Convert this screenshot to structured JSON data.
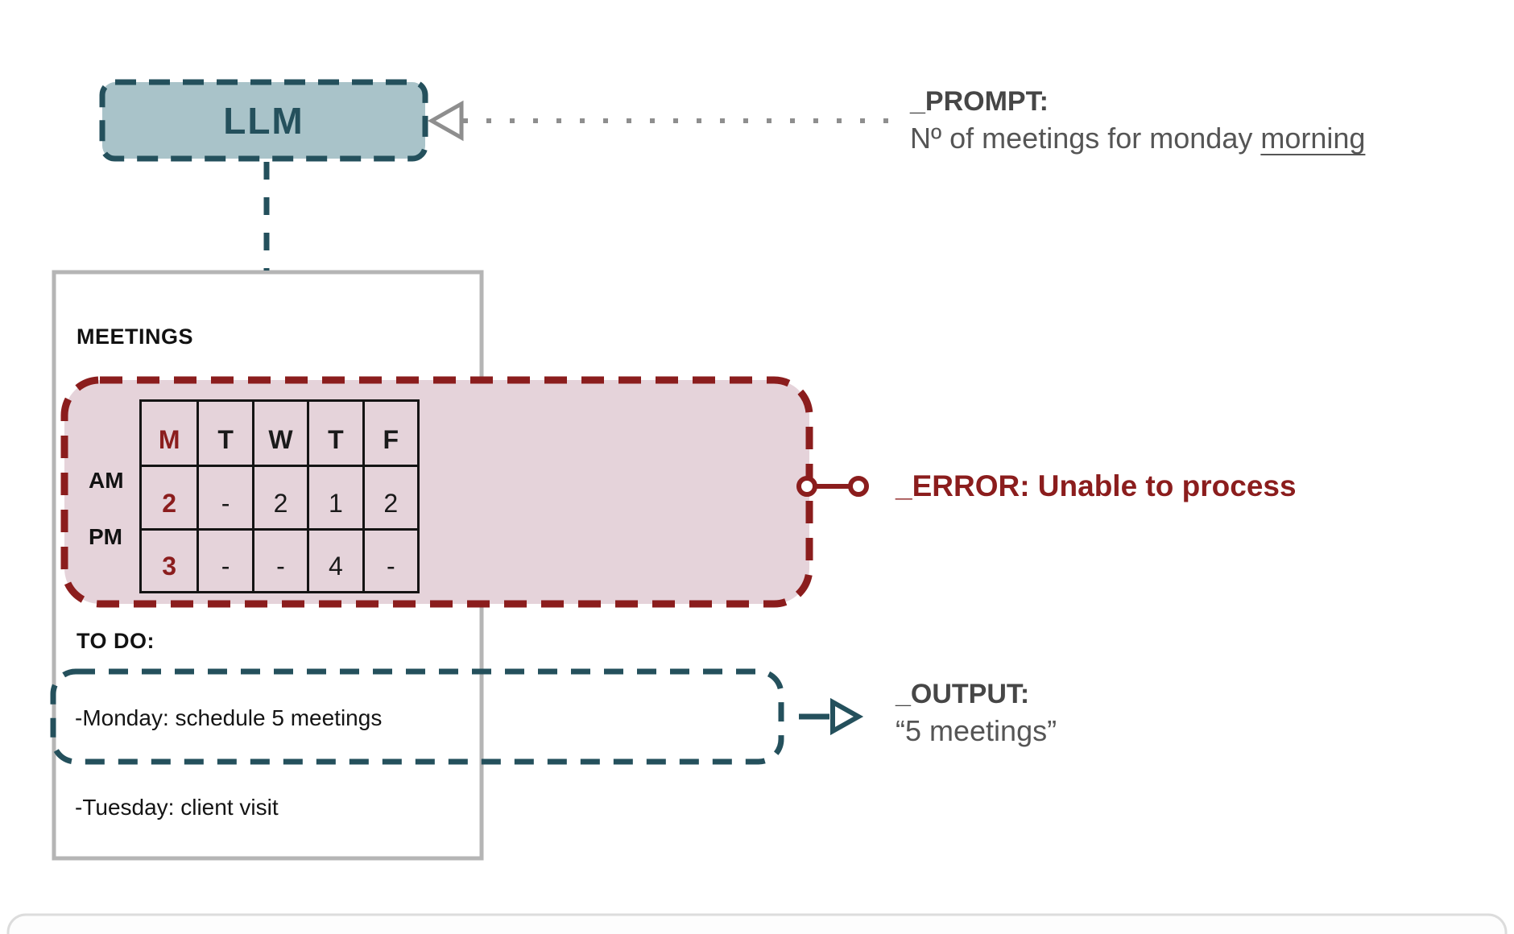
{
  "llm_box": {
    "label": "LLM"
  },
  "prompt": {
    "title": "_PROMPT:",
    "question_prefix": "Nº of meetings for monday ",
    "question_underlined": "morning"
  },
  "document": {
    "meetings_label": "MEETINGS",
    "calendar": {
      "columns": [
        "M",
        "T",
        "W",
        "T",
        "F"
      ],
      "rows": [
        {
          "label": "AM",
          "values": [
            "2",
            "-",
            "2",
            "1",
            "2"
          ]
        },
        {
          "label": "PM",
          "values": [
            "3",
            "-",
            "-",
            "4",
            "-"
          ]
        }
      ]
    },
    "todo_label": "TO DO:",
    "todo_items": [
      "-Monday: schedule 5 meetings",
      "-Tuesday: client visit"
    ]
  },
  "error": {
    "label": "_ERROR: Unable to process"
  },
  "output": {
    "title": "_OUTPUT:",
    "value": "“5 meetings”"
  },
  "colors": {
    "teal_dark": "#24505c",
    "teal_fill": "#a9c3c9",
    "red_dark": "#8b1d1d",
    "pink_fill": "#e5d3da",
    "grey_border": "#b5b5b5",
    "grey_connector": "#8e8e8e",
    "text_heading": "#464646",
    "text_body": "#555555"
  }
}
